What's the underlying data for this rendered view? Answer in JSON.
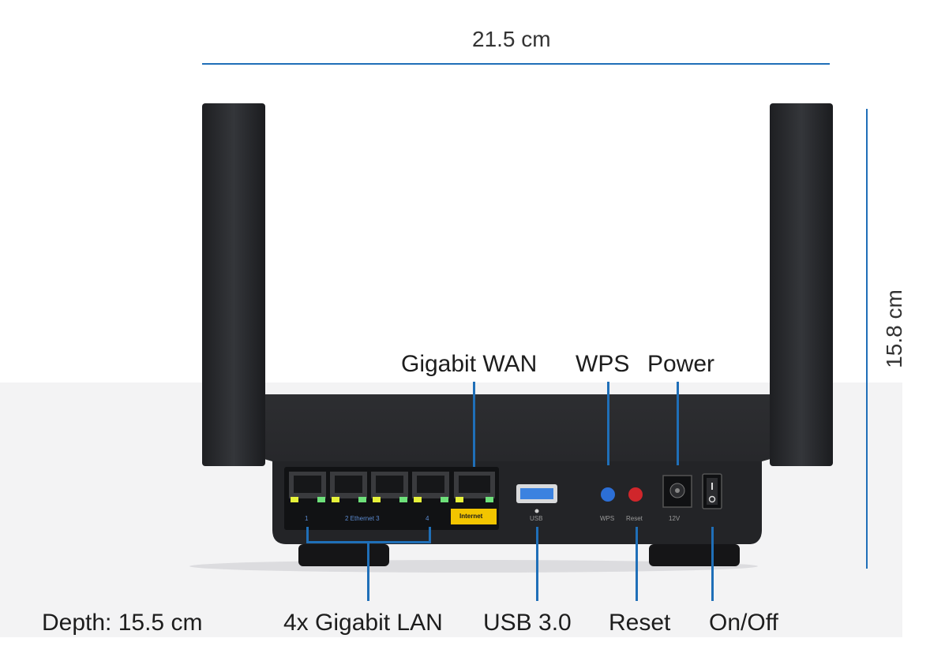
{
  "dimensions": {
    "width": "21.5 cm",
    "height": "15.8 cm",
    "depth": "Depth: 15.5 cm"
  },
  "callouts": {
    "gigabit_wan": "Gigabit WAN",
    "wps": "WPS",
    "power": "Power",
    "lan": "4x Gigabit LAN",
    "usb": "USB 3.0",
    "reset": "Reset",
    "onoff": "On/Off"
  },
  "panel_labels": {
    "port_1": "1",
    "ethernet": "2  Ethernet  3",
    "port_4": "4",
    "internet": "Internet",
    "usb": "USB",
    "wps": "WPS",
    "reset": "Reset",
    "power": "12V"
  },
  "colors": {
    "callout_line": "#1f6fb8",
    "router_body": "#26272a",
    "internet_tag": "#f2c500",
    "wps_button": "#2c6fd6",
    "reset_button": "#d0262b",
    "usb_port": "#3b82e0",
    "led_yellow": "#e6f23a",
    "led_green": "#6ee07a"
  }
}
